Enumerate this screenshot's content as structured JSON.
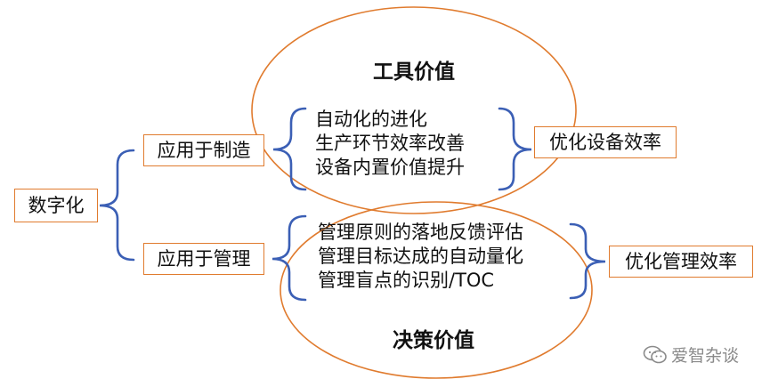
{
  "root": {
    "label": "数字化"
  },
  "branches": [
    {
      "label": "应用于制造",
      "items": [
        "自动化的进化",
        "生产环节效率改善",
        "设备内置价值提升"
      ],
      "result": "优化设备效率",
      "value_title": "工具价值"
    },
    {
      "label": "应用于管理",
      "items": [
        "管理原则的落地反馈评估",
        "管理目标达成的自动量化",
        "管理盲点的识别/TOC"
      ],
      "result": "优化管理效率",
      "value_title": "决策价值"
    }
  ],
  "watermark": "爱智杂谈",
  "colors": {
    "box_border": "#e07b2e",
    "ellipse": "#e07b2e",
    "connector": "#3b5fb5",
    "text": "#111111"
  }
}
